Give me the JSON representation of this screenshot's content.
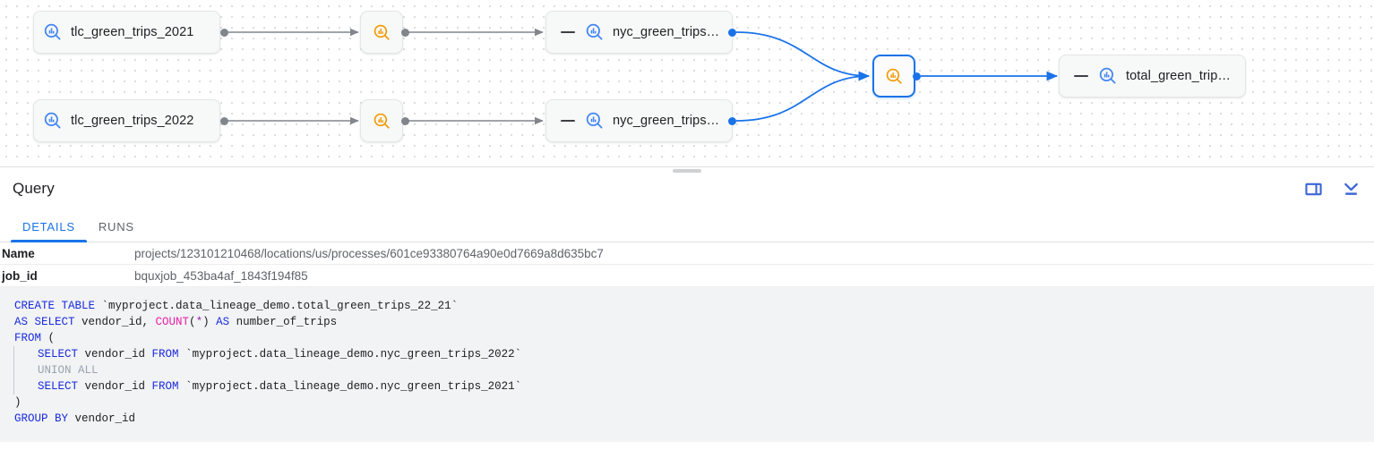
{
  "lineage": {
    "nodes": [
      {
        "id": "tlc2021",
        "type": "table",
        "label": "tlc_green_trips_2021",
        "icon": "bigquery-table-icon",
        "collapsible": false,
        "selected": false
      },
      {
        "id": "tlc2022",
        "type": "table",
        "label": "tlc_green_trips_2022",
        "icon": "bigquery-table-icon",
        "collapsible": false,
        "selected": false
      },
      {
        "id": "job1",
        "type": "process",
        "label": "",
        "icon": "bigquery-job-icon",
        "collapsible": false,
        "selected": false
      },
      {
        "id": "job2",
        "type": "process",
        "label": "",
        "icon": "bigquery-job-icon",
        "collapsible": false,
        "selected": false
      },
      {
        "id": "nyc2021",
        "type": "table",
        "label": "nyc_green_trips…",
        "icon": "bigquery-table-icon",
        "collapsible": true,
        "selected": false
      },
      {
        "id": "nyc2022",
        "type": "table",
        "label": "nyc_green_trips…",
        "icon": "bigquery-table-icon",
        "collapsible": true,
        "selected": false
      },
      {
        "id": "jobmerge",
        "type": "process",
        "label": "",
        "icon": "bigquery-job-icon",
        "collapsible": false,
        "selected": true
      },
      {
        "id": "total",
        "type": "table",
        "label": "total_green_trip…",
        "icon": "bigquery-table-icon",
        "collapsible": true,
        "selected": false
      }
    ],
    "collapse_glyph": "—",
    "colors": {
      "edge_gray": "#80868b",
      "edge_blue": "#1a73e8",
      "table_icon": "#4285f4",
      "job_icon": "#f29900",
      "selected_border": "#1a73e8"
    }
  },
  "panel": {
    "title": "Query",
    "actions": [
      {
        "name": "split-pane-icon",
        "tooltip": "Split pane"
      },
      {
        "name": "collapse-panel-icon",
        "tooltip": "Collapse"
      }
    ],
    "tabs": [
      {
        "label": "DETAILS",
        "active": true
      },
      {
        "label": "RUNS",
        "active": false
      }
    ],
    "properties": [
      {
        "key": "Name",
        "value": "projects/123101210468/locations/us/processes/601ce93380764a90e0d7669a8d635bc7"
      },
      {
        "key": "job_id",
        "value": "bquxjob_453ba4af_1843f194f85"
      }
    ]
  },
  "sql": {
    "lines": [
      [
        {
          "t": "CREATE TABLE ",
          "c": "kw"
        },
        {
          "t": "`myproject.data_lineage_demo.total_green_trips_22_21`",
          "c": ""
        }
      ],
      [
        {
          "t": "AS SELECT ",
          "c": "kw"
        },
        {
          "t": "vendor_id, ",
          "c": ""
        },
        {
          "t": "COUNT",
          "c": "fn"
        },
        {
          "t": "(",
          "c": ""
        },
        {
          "t": "*",
          "c": "op"
        },
        {
          "t": ") ",
          "c": ""
        },
        {
          "t": "AS ",
          "c": "kw"
        },
        {
          "t": "number_of_trips",
          "c": ""
        }
      ],
      [
        {
          "t": "FROM ",
          "c": "kw"
        },
        {
          "t": "(",
          "c": ""
        }
      ],
      [
        {
          "t": "  ",
          "c": "guide"
        },
        {
          "t": "SELECT ",
          "c": "kw"
        },
        {
          "t": "vendor_id ",
          "c": ""
        },
        {
          "t": "FROM ",
          "c": "kw"
        },
        {
          "t": "`myproject.data_lineage_demo.nyc_green_trips_2022`",
          "c": ""
        }
      ],
      [
        {
          "t": "  ",
          "c": "guide"
        },
        {
          "t": "UNION ALL",
          "c": "dim"
        }
      ],
      [
        {
          "t": "  ",
          "c": "guide"
        },
        {
          "t": "SELECT ",
          "c": "kw"
        },
        {
          "t": "vendor_id ",
          "c": ""
        },
        {
          "t": "FROM ",
          "c": "kw"
        },
        {
          "t": "`myproject.data_lineage_demo.nyc_green_trips_2021`",
          "c": ""
        }
      ],
      [
        {
          "t": ")",
          "c": ""
        }
      ],
      [
        {
          "t": "GROUP BY ",
          "c": "kw"
        },
        {
          "t": "vendor_id",
          "c": ""
        }
      ]
    ]
  }
}
